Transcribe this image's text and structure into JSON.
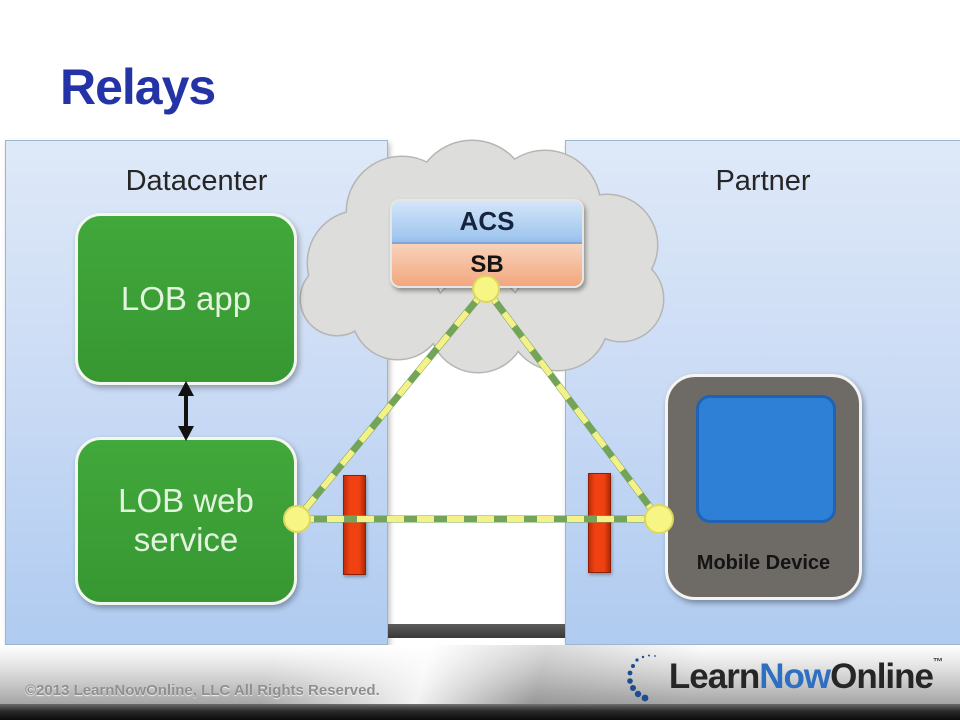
{
  "slide": {
    "title": "Relays"
  },
  "panels": {
    "datacenter_label": "Datacenter",
    "partner_label": "Partner"
  },
  "cloud": {
    "acs_label": "ACS",
    "sb_label": "SB"
  },
  "nodes": {
    "lob_app_label": "LOB app",
    "lob_web_label": "LOB web service",
    "mobile_label": "Mobile Device"
  },
  "footer": {
    "copyright": "©2013 LearnNowOnline, LLC All Rights Reserved.",
    "logo_learn": "Learn",
    "logo_now": "Now",
    "logo_online": "Online",
    "logo_tm": "™"
  },
  "colors": {
    "title_blue": "#2433A6",
    "panel_blue_top": "#DEE9F8",
    "panel_blue_bottom": "#AFCBF0",
    "box_green": "#3CA236",
    "acs_blue": "#A4C8F0",
    "sb_orange": "#F2A77E",
    "cloud_gray": "#DDDDDB",
    "cloud_outline": "#B5B5B3",
    "firewall_red": "#EF4112",
    "relay_line_green": "#74A45A",
    "relay_dash_yellow": "#F3F187",
    "vertex_yellow": "#F7F584",
    "vertex_edge": "#DCD85E",
    "device_gray": "#6E6A66",
    "screen_blue": "#2E7FD6",
    "logo_now_blue": "#2F6FC1",
    "arrow_black": "#111111"
  }
}
